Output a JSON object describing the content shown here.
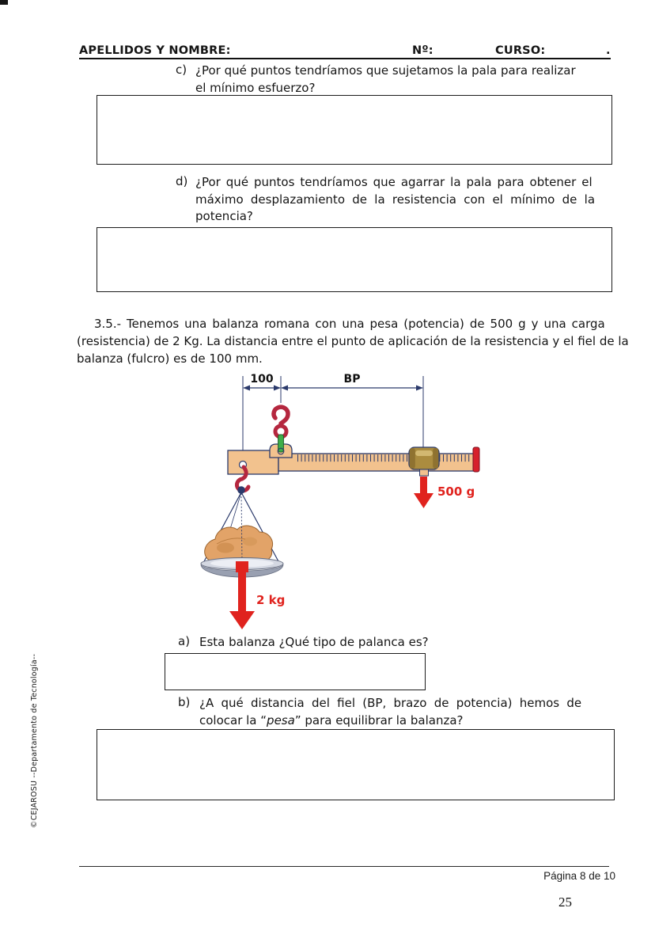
{
  "document": {
    "header": {
      "name_label": "APELLIDOS Y NOMBRE:",
      "number_label": "Nº:",
      "course_label": "CURSO:",
      "end_mark": "."
    },
    "question_c": {
      "label": "c)",
      "lines": [
        "¿Por qué puntos tendríamos que sujetamos la pala para realizar",
        "el mínimo esfuerzo?"
      ]
    },
    "question_d": {
      "label": "d)",
      "lines": [
        "¿Por qué puntos tendríamos que agarrar la pala para obtener el",
        "máximo desplazamiento de la resistencia con el mínimo de la",
        "potencia?"
      ]
    },
    "problem": {
      "lines": [
        "3.5.-  Tenemos una balanza romana con una pesa (potencia) de 500 g y una carga",
        "(resistencia) de 2 Kg. La distancia entre el punto de aplicación de la resistencia y el fiel de la",
        "balanza (fulcro) es de 100 mm."
      ]
    },
    "question_a": {
      "label": "a)",
      "text": "Esta balanza ¿Qué tipo de palanca es?"
    },
    "question_b": {
      "label": "b)",
      "line1": "¿A qué distancia del fiel (BP, brazo de potencia) hemos de",
      "line2_start": "colocar la “",
      "line2_emphasis": "pesa",
      "line2_end": "” para equilibrar la balanza?"
    },
    "diagram": {
      "dimension_small": "100",
      "dimension_large": "BP",
      "counterweight_label": "500 g",
      "load_label": "2 kg",
      "colors": {
        "outline_navy": "#2b3a6b",
        "beam_tan": "#f2c28e",
        "hook_red": "#b5273f",
        "arrow_red": "#e0231e",
        "pin_green": "#3fae49",
        "weight_gold": "#ab8c3f"
      }
    },
    "sidebar_credit": "©CEJAROSU  --Departamento de Tecnología--",
    "footer": {
      "page_info": "Página 8 de 10",
      "page_number": "25"
    }
  }
}
